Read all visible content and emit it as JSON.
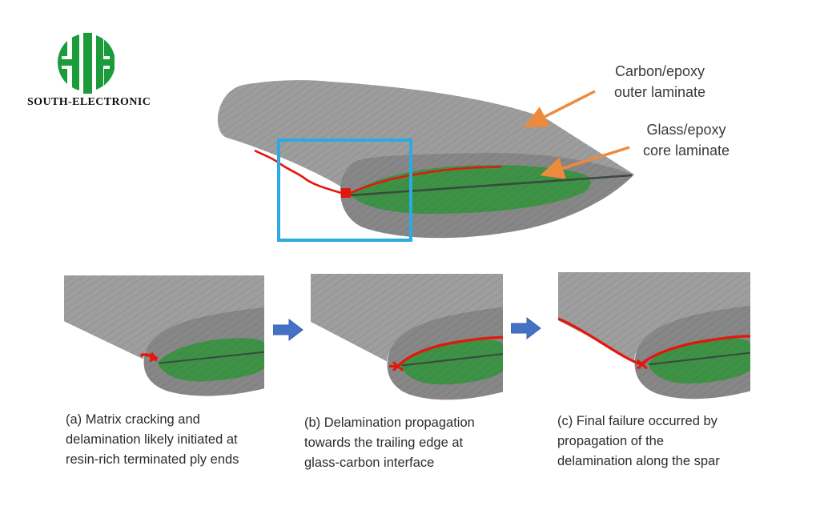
{
  "logo": {
    "text": "SOUTH-ELECTRONIC",
    "color": "#1a9c3a"
  },
  "annotations": {
    "carbon_label": "Carbon/epoxy\nouter laminate",
    "glass_label": "Glass/epoxy\ncore laminate"
  },
  "captions": {
    "a": "(a) Matrix cracking and\ndelamination likely initiated at\nresin-rich terminated ply ends",
    "b": "(b) Delamination propagation\ntowards the trailing edge at\nglass-carbon interface",
    "c": "(c) Final failure occurred by\npropagation of the\ndelamination along the spar"
  },
  "colors": {
    "outer_laminate_gray": "#9d9d9d",
    "cut_face_gray": "#878787",
    "core_green": "#3e9246",
    "spar_dark": "#3a4a3c",
    "damage_red": "#e3170d",
    "highlight_box_blue": "#2caae1",
    "flow_arrow_blue": "#4472c4",
    "annotation_arrow_orange": "#ee8a3d",
    "logo_green": "#1a9c3a"
  }
}
